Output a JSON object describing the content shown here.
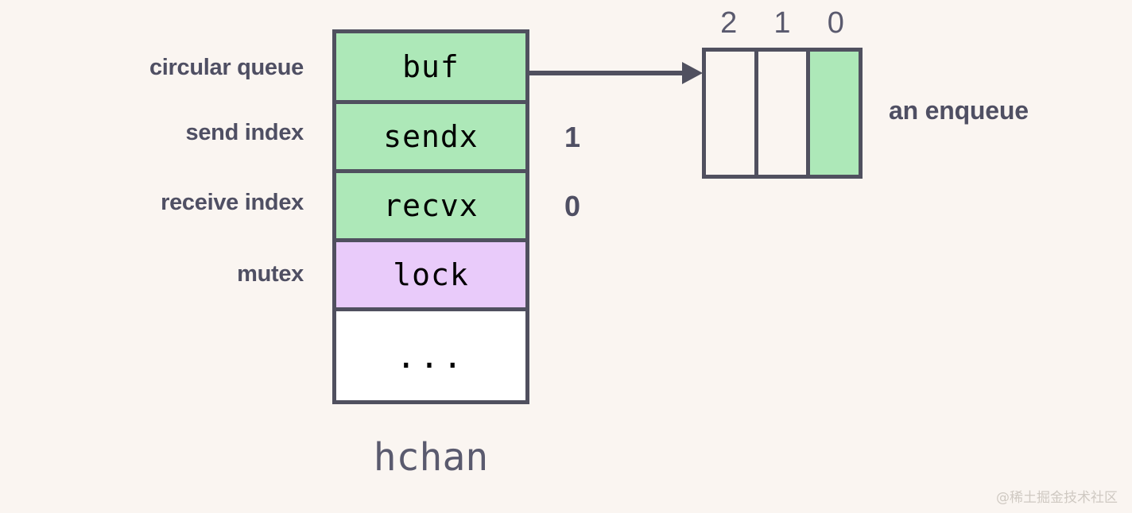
{
  "diagram": {
    "background_color": "#faf5f1",
    "stroke_color": "#50505f",
    "green_fill": "#ade8b8",
    "purple_fill": "#e9cbfa",
    "white_fill": "#ffffff",
    "text_color": "#4f4f63",
    "struct_name": "hchan",
    "left_labels": [
      {
        "text": "circular queue"
      },
      {
        "text": "send index"
      },
      {
        "text": "receive index"
      },
      {
        "text": "mutex"
      }
    ],
    "struct_rows": [
      {
        "field": "buf",
        "fill": "green"
      },
      {
        "field": "sendx",
        "fill": "green"
      },
      {
        "field": "recvx",
        "fill": "green"
      },
      {
        "field": "lock",
        "fill": "purple"
      },
      {
        "field": "...",
        "fill": "white"
      }
    ],
    "index_values": {
      "sendx": "1",
      "recvx": "0"
    },
    "buffer_array": {
      "indices": [
        "2",
        "1",
        "0"
      ],
      "cells": [
        {
          "index": "2",
          "filled": false
        },
        {
          "index": "1",
          "filled": false
        },
        {
          "index": "0",
          "filled": true
        }
      ],
      "caption": "an enqueue"
    },
    "watermark": "@稀土掘金技术社区"
  }
}
